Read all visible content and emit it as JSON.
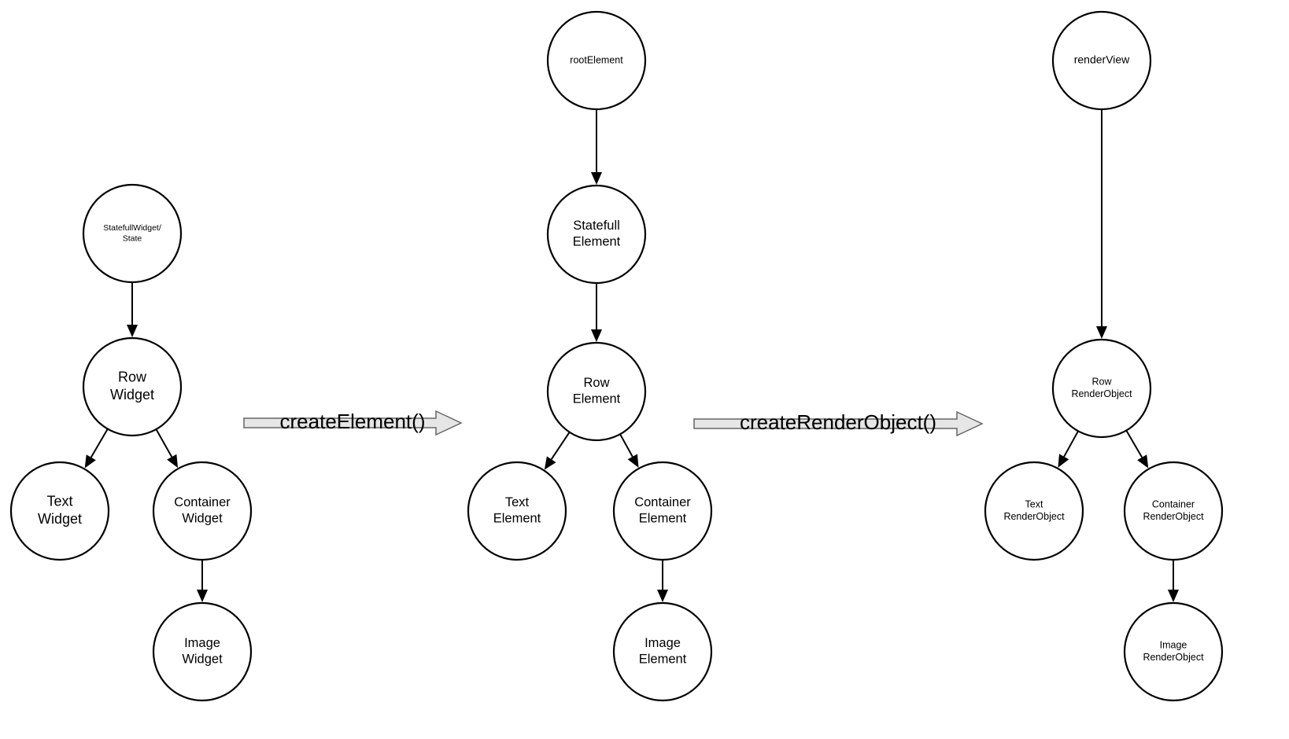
{
  "trees": [
    {
      "id": "widget-tree",
      "nodes": [
        {
          "id": "statefull-widget",
          "lines": [
            "StatefullWidget/",
            "State"
          ]
        },
        {
          "id": "row-widget",
          "lines": [
            "Row",
            "Widget"
          ]
        },
        {
          "id": "text-widget",
          "lines": [
            "Text",
            "Widget"
          ]
        },
        {
          "id": "container-widget",
          "lines": [
            "Container",
            "Widget"
          ]
        },
        {
          "id": "image-widget",
          "lines": [
            "Image",
            "Widget"
          ]
        }
      ],
      "edges": [
        {
          "from": "statefull-widget",
          "to": "row-widget"
        },
        {
          "from": "row-widget",
          "to": "text-widget"
        },
        {
          "from": "row-widget",
          "to": "container-widget"
        },
        {
          "from": "container-widget",
          "to": "image-widget"
        }
      ]
    },
    {
      "id": "element-tree",
      "nodes": [
        {
          "id": "root-element",
          "lines": [
            "rootElement"
          ]
        },
        {
          "id": "statefull-element",
          "lines": [
            "Statefull",
            "Element"
          ]
        },
        {
          "id": "row-element",
          "lines": [
            "Row",
            "Element"
          ]
        },
        {
          "id": "text-element",
          "lines": [
            "Text",
            "Element"
          ]
        },
        {
          "id": "container-element",
          "lines": [
            "Container",
            "Element"
          ]
        },
        {
          "id": "image-element",
          "lines": [
            "Image",
            "Element"
          ]
        }
      ],
      "edges": [
        {
          "from": "root-element",
          "to": "statefull-element"
        },
        {
          "from": "statefull-element",
          "to": "row-element"
        },
        {
          "from": "row-element",
          "to": "text-element"
        },
        {
          "from": "row-element",
          "to": "container-element"
        },
        {
          "from": "container-element",
          "to": "image-element"
        }
      ]
    },
    {
      "id": "render-tree",
      "nodes": [
        {
          "id": "render-view",
          "lines": [
            "renderView"
          ]
        },
        {
          "id": "row-renderobject",
          "lines": [
            "Row",
            "RenderObject"
          ]
        },
        {
          "id": "text-renderobject",
          "lines": [
            "Text",
            "RenderObject"
          ]
        },
        {
          "id": "container-renderobject",
          "lines": [
            "Container",
            "RenderObject"
          ]
        },
        {
          "id": "image-renderobject",
          "lines": [
            "Image",
            "RenderObject"
          ]
        }
      ],
      "edges": [
        {
          "from": "render-view",
          "to": "row-renderobject"
        },
        {
          "from": "row-renderobject",
          "to": "text-renderobject"
        },
        {
          "from": "row-renderobject",
          "to": "container-renderobject"
        },
        {
          "from": "container-renderobject",
          "to": "image-renderobject"
        }
      ]
    }
  ],
  "transforms": [
    {
      "id": "create-element",
      "label": "createElement()"
    },
    {
      "id": "create-render-object",
      "label": "createRenderObject()"
    }
  ]
}
